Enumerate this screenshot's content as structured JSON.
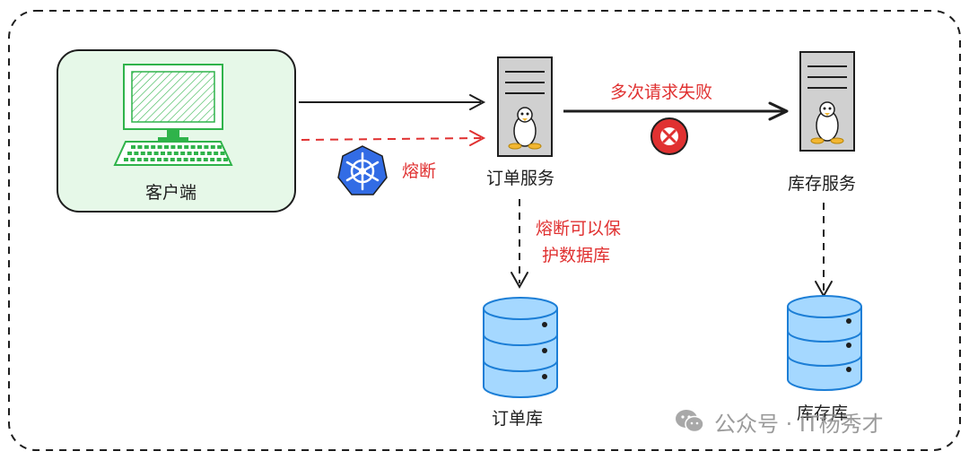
{
  "nodes": {
    "client": {
      "label": "客户端"
    },
    "order_service": {
      "label": "订单服务"
    },
    "inventory_service": {
      "label": "库存服务"
    },
    "order_db": {
      "label": "订单库"
    },
    "inventory_db": {
      "label": "库存库"
    }
  },
  "annotations": {
    "fuse": "熔断",
    "multiple_failures": "多次请求失败",
    "fuse_protects_db_line1": "熔断可以保",
    "fuse_protects_db_line2": "护数据库"
  },
  "icons": {
    "fuse": "kubernetes-helm-icon",
    "failure": "error-x-icon",
    "monitor": "computer-monitor-icon",
    "server": "linux-server-icon",
    "database": "database-icon",
    "watermark": "wechat-icon"
  },
  "watermark": {
    "text": "公众号 · IT杨秀才"
  },
  "colors": {
    "client_fill": "#e6f8e8",
    "client_border": "#1e1e1e",
    "monitor_green": "#2fb34a",
    "server_gray": "#d0d0d0",
    "database_blue": "#a5d8ff",
    "database_stroke": "#1c7ed6",
    "alert_red": "#e03131",
    "helm_blue": "#326ce5"
  }
}
